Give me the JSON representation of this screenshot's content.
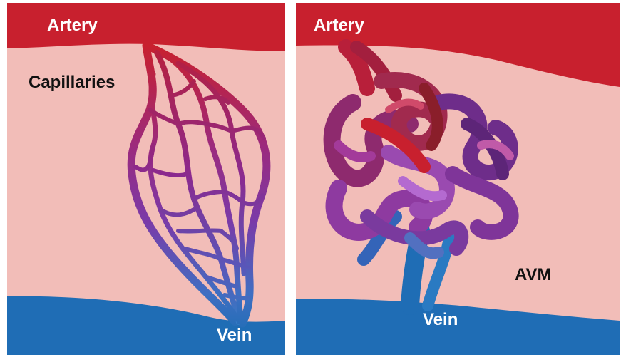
{
  "left_panel": {
    "artery_label": "Artery",
    "capillaries_label": "Capillaries",
    "vein_label": "Vein"
  },
  "right_panel": {
    "artery_label": "Artery",
    "avm_label": "AVM",
    "vein_label": "Vein"
  },
  "colors": {
    "background": "#f2bdb8",
    "artery": "#c8202e",
    "vein": "#1f6db5",
    "avm_purple": "#8f3c9e",
    "divider": "#ffffff"
  }
}
